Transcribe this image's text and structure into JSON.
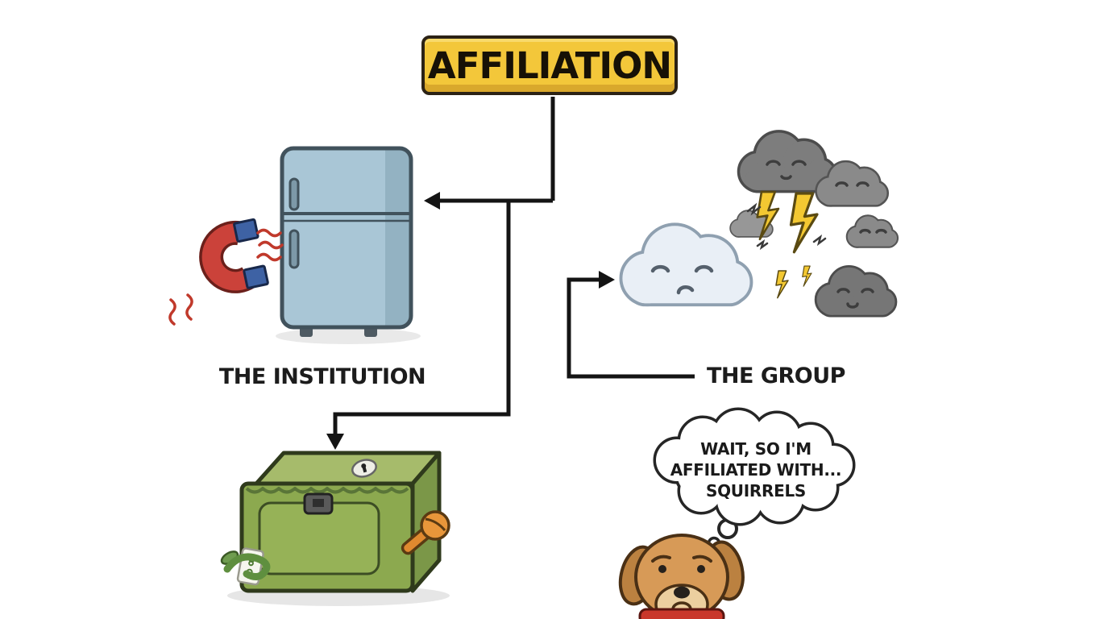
{
  "scene": {
    "type": "illustrated-diagram",
    "background": "#ffffff"
  },
  "banner": {
    "label": "AFFILIATION",
    "fill": "#F3C73A",
    "border": "#2B2215"
  },
  "nodes": {
    "institution": {
      "label": "THE INSTITUTION",
      "illustration": "refrigerator-with-magnet"
    },
    "group": {
      "label": "THE GROUP",
      "illustration": "sleepy-cloud-with-storm-clouds-and-lightning"
    },
    "locked_box": {
      "illustration": "green-locked-toy-chest"
    }
  },
  "thought_bubble": {
    "speaker": "worried-dog",
    "lines": [
      "WAIT, SO I'M",
      "AFFILIATED WITH...",
      "SQUIRRELS"
    ]
  },
  "palette": {
    "outline": "#141414",
    "banner_yellow": "#F3C73A",
    "fridge_blue": "#A9C6D6",
    "magnet_red": "#CB423A",
    "magnet_tip_blue": "#3E62A4",
    "dark_cloud_gray": "#7D7D7D",
    "light_cloud": "#E9EFF6",
    "lightning_yellow": "#F3C832",
    "chest_green": "#8CA94F",
    "rattle_orange": "#E8963A",
    "dog_tan": "#D79A57",
    "collar_red": "#C9372B"
  }
}
